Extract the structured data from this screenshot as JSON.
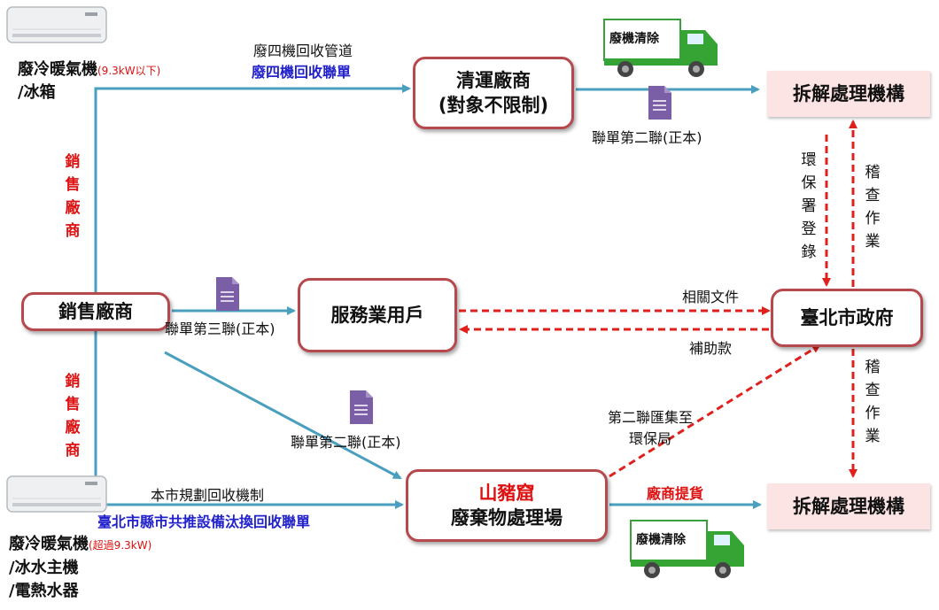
{
  "diagram": {
    "ac_top": {
      "name": "廢冷暖氣機",
      "note": "(9.3kW以下)",
      "line2": "/冰箱"
    },
    "ac_bottom": {
      "name": "廢冷暖氣機",
      "note": "(超過9.3kW)",
      "line2": "/冰水主機",
      "line3": "/電熱水器"
    },
    "nodes": {
      "seller": "銷售廠商",
      "cleaner_line1": "清運廠商",
      "cleaner_line2": "(對象不限制)",
      "service_user": "服務業用戶",
      "government": "臺北市政府",
      "dismantle_top": "拆解處理機構",
      "dismantle_bottom": "拆解處理機構",
      "landfill_line1": "山豬窟",
      "landfill_line2": "廢棄物處理場"
    },
    "labels": {
      "recycle_channel": "廢四機回收管道",
      "recycle_form": "廢四機回收聯單",
      "form_copy2_top": "聯單第二聯(正本)",
      "form_copy3": "聯單第三聯(正本)",
      "form_copy2_mid": "聯單第二聯(正本)",
      "related_docs": "相關文件",
      "subsidy": "補助款",
      "copy2_collect_line1": "第二聯匯集至",
      "copy2_collect_line2": "環保局",
      "city_mechanism": "本市規劃回收機制",
      "joint_form": "臺北市縣市共推設備汰換回收聯單",
      "vendor_pickup": "廠商提貨",
      "seller_vertical": "銷售廠商",
      "epa_register": "環保署登錄",
      "inspection": "稽查作業",
      "truck_sign": "廢機清除"
    },
    "colors": {
      "blue_arrow": "#4a9fbe",
      "red_dash": "#e0201d",
      "node_border": "#b5494d",
      "pink": "#fde4e4"
    }
  }
}
